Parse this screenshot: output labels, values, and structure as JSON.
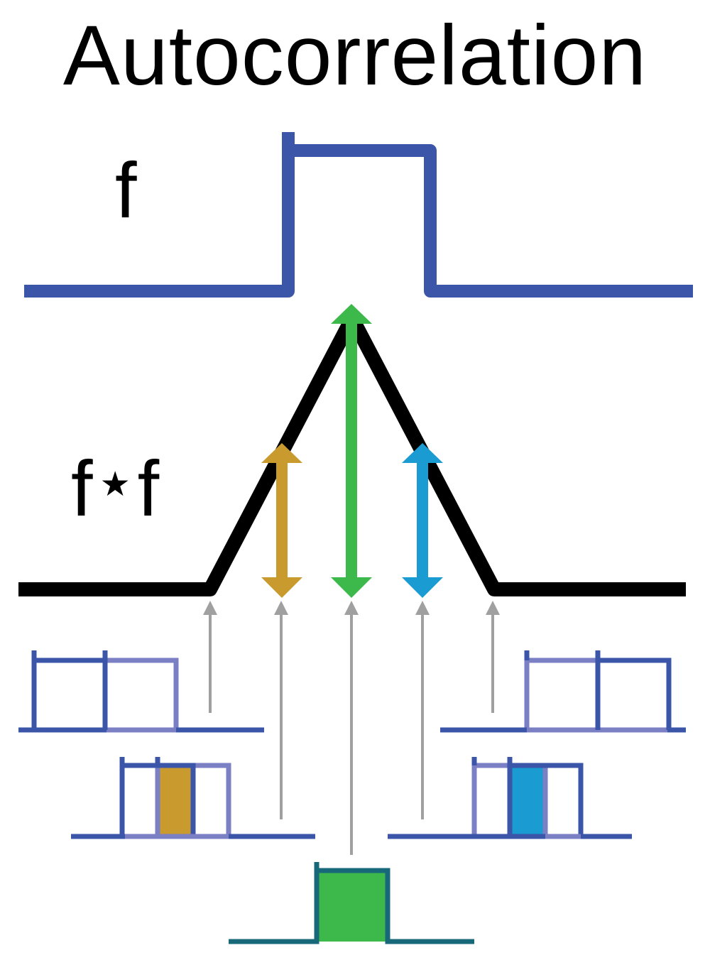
{
  "title": "Autocorrelation",
  "labels": {
    "f": "f",
    "autocorrelation": {
      "left": "f",
      "operator": "★",
      "right": "f"
    }
  },
  "colors": {
    "f_signal": "#3b56a8",
    "f_shifted": "#7b7fc4",
    "autocorrelation": "#000000",
    "overlap_left": "#c99a2e",
    "overlap_center": "#3db84a",
    "overlap_right": "#1a9bd1",
    "center_outline": "#17697a",
    "guide_arrow": "#a0a0a0"
  },
  "icons": {
    "operator": "star-icon",
    "arrows": "double-headed-arrow-icon",
    "guides": "up-arrow-icon"
  }
}
